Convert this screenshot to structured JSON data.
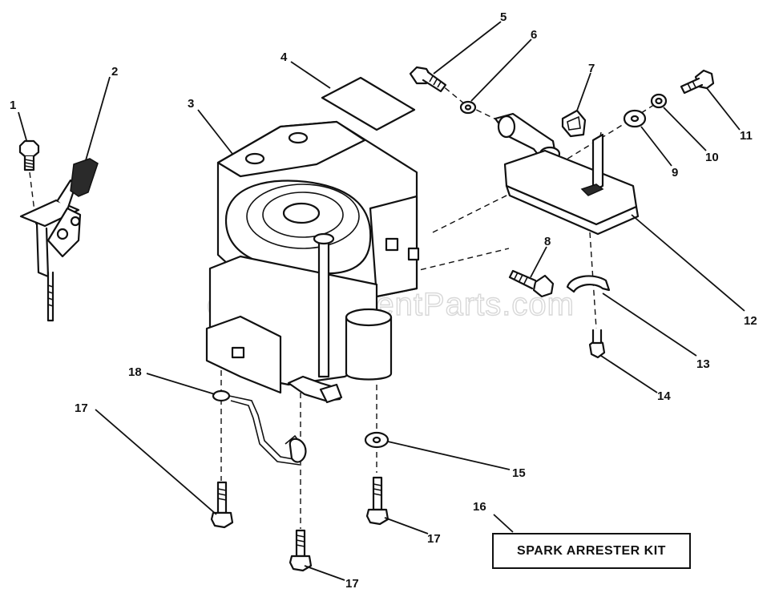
{
  "watermark": "eReplacementParts.com",
  "callouts": {
    "c1": "1",
    "c2": "2",
    "c3": "3",
    "c4": "4",
    "c5": "5",
    "c6": "6",
    "c7": "7",
    "c8": "8",
    "c9": "9",
    "c10": "10",
    "c11": "11",
    "c12": "12",
    "c13": "13",
    "c14": "14",
    "c15": "15",
    "c16": "16",
    "c17": "17",
    "c18": "18"
  },
  "kit_label": "SPARK ARRESTER KIT"
}
